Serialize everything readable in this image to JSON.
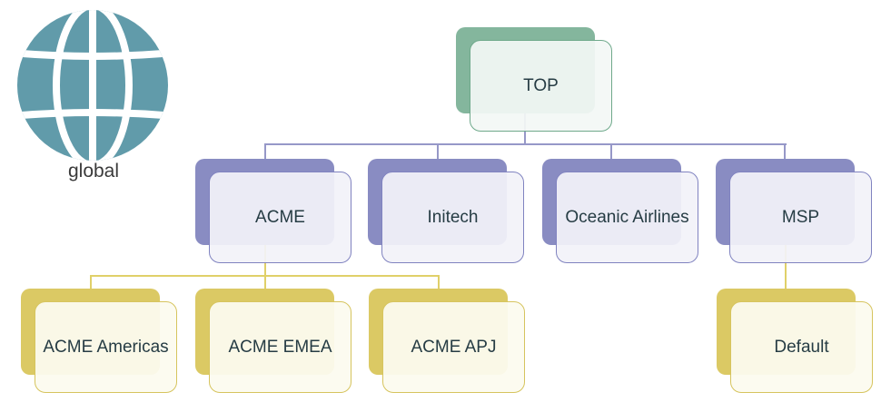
{
  "globe": {
    "icon": "globe-icon",
    "label": "global"
  },
  "diagram": {
    "type": "org-hierarchy-tree",
    "root": {
      "label": "TOP",
      "theme": "green",
      "children": [
        {
          "label": "ACME",
          "theme": "purple",
          "children": [
            {
              "label": "ACME Americas",
              "theme": "yellow"
            },
            {
              "label": "ACME EMEA",
              "theme": "yellow"
            },
            {
              "label": "ACME APJ",
              "theme": "yellow"
            }
          ]
        },
        {
          "label": "Initech",
          "theme": "purple",
          "children": []
        },
        {
          "label": "Oceanic Airlines",
          "theme": "purple",
          "children": []
        },
        {
          "label": "MSP",
          "theme": "purple",
          "children": [
            {
              "label": "Default",
              "theme": "yellow"
            }
          ]
        }
      ]
    }
  },
  "colors": {
    "greenBack": "#84B69D",
    "greenBorder": "#6FA98B",
    "purpleBack": "#898CC2",
    "purpleBorder": "#8083C0",
    "yellowBack": "#DBC964",
    "yellowBorder": "#D6C45E",
    "lineViolet": "#9698C8",
    "lineYellow": "#E0D069",
    "nodeText": "#263c44",
    "globeTeal": "#619BAA",
    "globalText": "#3a3a3a"
  }
}
